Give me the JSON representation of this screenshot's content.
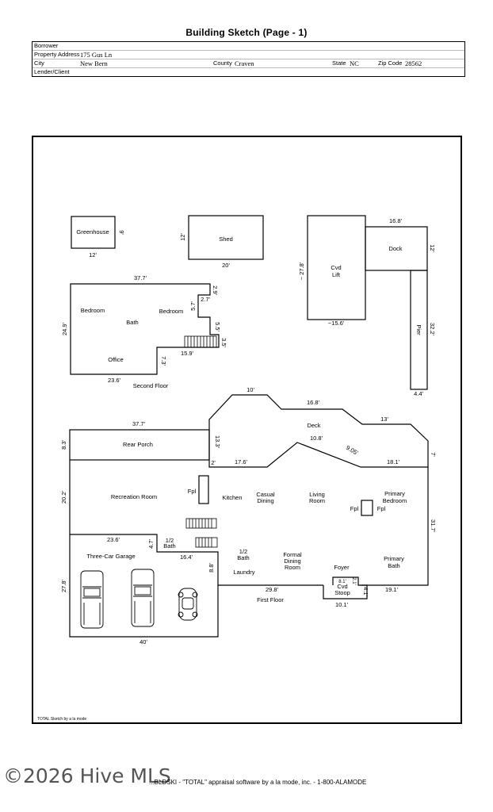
{
  "header": {
    "title": "Building Sketch (Page - 1)"
  },
  "info": {
    "borrower_label": "Borrower",
    "borrower_value": "",
    "address_label": "Property Address",
    "address_value": "175 Gus Ln",
    "city_label": "City",
    "city_value": "New Bern",
    "county_label": "County",
    "county_value": "Craven",
    "state_label": "State",
    "state_value": "NC",
    "zip_label": "Zip Code",
    "zip_value": "28562",
    "lender_label": "Lender/Client",
    "lender_value": ""
  },
  "outbuildings": {
    "greenhouse": {
      "label": "Greenhouse",
      "dim_w": "12'",
      "dim_h": "9'"
    },
    "shed": {
      "label": "Shed",
      "dim_w": "20'",
      "dim_h": "12'"
    },
    "lift": {
      "label_line1": "Cvd",
      "label_line2": "Lift",
      "dim_w": "~15.6'",
      "dim_h": "~ 27.8'"
    },
    "dock": {
      "label": "Dock",
      "dim_w": "16.8'",
      "dim_h": "12'"
    },
    "pier": {
      "label": "Pier",
      "dim_w": "4.4'",
      "dim_h": "32.2'"
    }
  },
  "second_floor": {
    "caption": "Second Floor",
    "rooms": [
      "Bedroom",
      "Bath",
      "Bedroom",
      "Office"
    ],
    "dims": [
      "37.7'",
      "24.9'",
      "23.6'",
      "2.9'",
      "2.7'",
      "5.7'",
      "5.5'",
      "3.5'",
      "15.9'",
      "7.3'"
    ]
  },
  "first_floor": {
    "caption": "First Floor",
    "rooms": {
      "rear_porch": "Rear Porch",
      "deck": "Deck",
      "recreation": "Recreation Room",
      "kitchen": "Kitchen",
      "casual_dining_1": "Casual",
      "casual_dining_2": "Dining",
      "living_1": "Living",
      "living_2": "Room",
      "primary_bedroom_1": "Primary",
      "primary_bedroom_2": "Bedroom",
      "primary_bath_1": "Primary",
      "primary_bath_2": "Bath",
      "fpl": "Fpl",
      "half_bath_a_1": "1/2",
      "half_bath_a_2": "Bath",
      "half_bath_b_1": "1/2",
      "half_bath_b_2": "Bath",
      "laundry": "Laundry",
      "formal_1": "Formal",
      "formal_2": "Dining",
      "formal_3": "Room",
      "foyer": "Foyer",
      "stoop_1": "Cvd",
      "stoop_2": "Stoop",
      "garage": "Three-Car Garage"
    },
    "dims": {
      "porch_w": "37.7'",
      "porch_h": "8.3'",
      "deck_top": "10'",
      "deck_top2": "16.8'",
      "deck_right": "13'",
      "deck_inner": "10.8'",
      "deck_diag": "9.05'",
      "deck_r": "18.1'",
      "deck_r2": "7'",
      "deck_l": "13.3'",
      "deck_lb": "17.6'",
      "deck_2": "2'",
      "rec_h": "20.2'",
      "garage_w_top": "23.6'",
      "bath_h": "4.7'",
      "bath_w": "16.4'",
      "garage_h": "27.8'",
      "garage_w": "40'",
      "garage_r": "8.8'",
      "front": "29.8'",
      "stoop_w": "8.1'",
      "stoop_h": "2.1'",
      "stoop_bottom": "10.1'",
      "stoop_r": "4.1'",
      "front_r": "19.1'",
      "right_h": "31.7'"
    }
  },
  "stamp": "TOTAL Sketch by a la mode",
  "footer": {
    "watermark": "©2026 Hive MLS",
    "software": "...BLDSKI - \"TOTAL\" appraisal software by a la mode, inc. - 1-800-ALAMODE"
  }
}
